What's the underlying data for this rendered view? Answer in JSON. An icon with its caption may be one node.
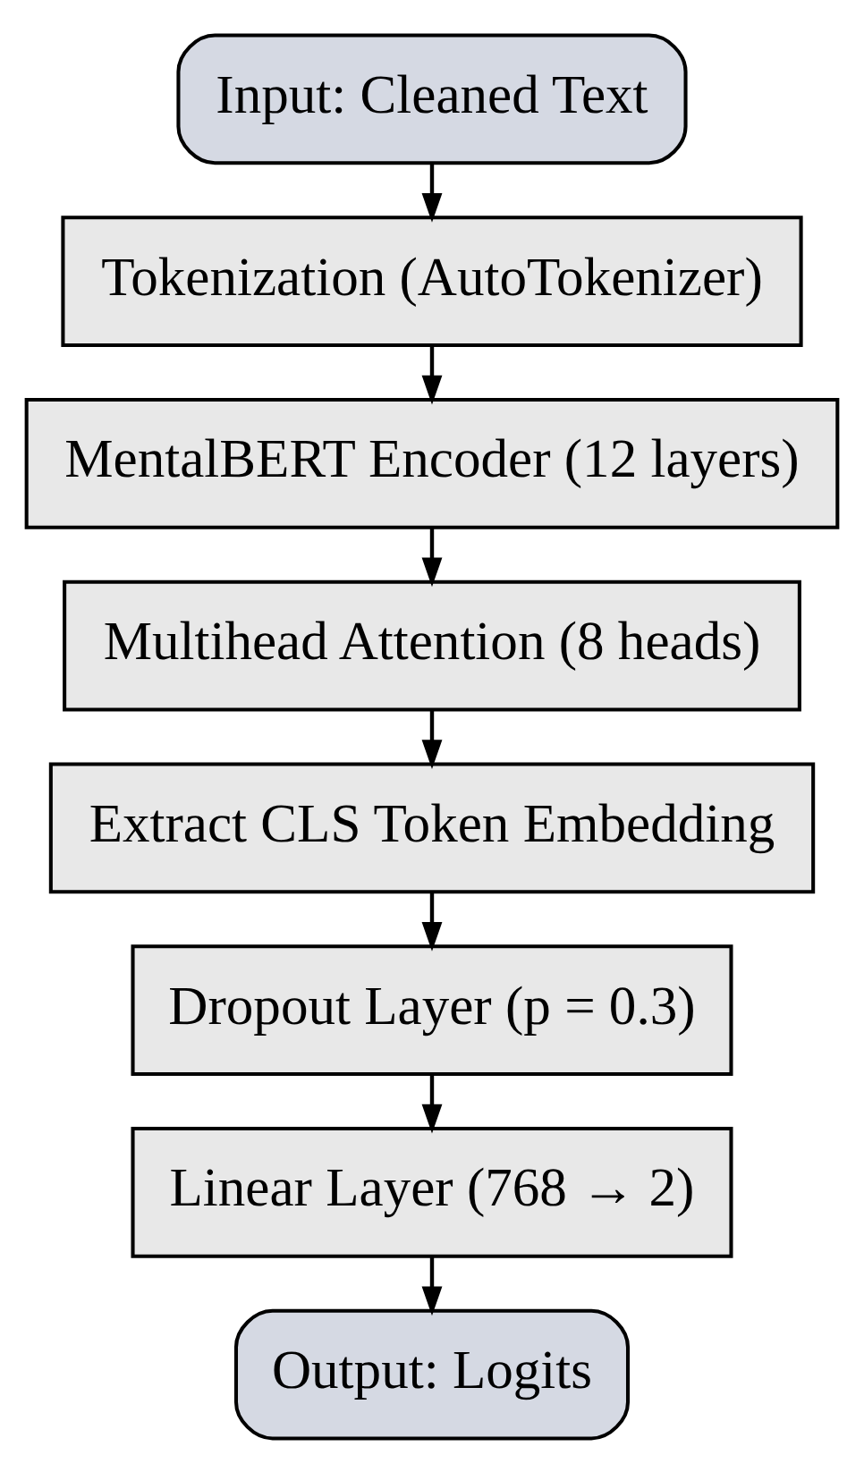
{
  "diagram": {
    "nodes": [
      {
        "text": [
          "Input: Cleaned Text"
        ]
      },
      {
        "text": [
          "Tokenization (AutoTokenizer)"
        ]
      },
      {
        "text": [
          "MentalBERT Encoder (12 layers)"
        ]
      },
      {
        "text": [
          "Multihead Attention (8 heads)"
        ]
      },
      {
        "text": [
          "Extract CLS Token Embedding"
        ]
      },
      {
        "text": [
          "Dropout Layer (p = 0.3)"
        ]
      },
      {
        "text": [
          "Linear Layer (768 → 2)"
        ]
      },
      {
        "text": [
          "Output: Logits"
        ]
      }
    ],
    "edges": [
      {
        "from": 0,
        "to": 1,
        "arrow": "to"
      },
      {
        "from": 1,
        "to": 2,
        "arrow": "to"
      },
      {
        "from": 2,
        "to": 3,
        "arrow": "to"
      },
      {
        "from": 3,
        "to": 4,
        "arrow": "to"
      },
      {
        "from": 4,
        "to": 5,
        "arrow": "to"
      },
      {
        "from": 5,
        "to": 6,
        "arrow": "to"
      },
      {
        "from": 6,
        "to": 7,
        "arrow": "to"
      }
    ]
  }
}
